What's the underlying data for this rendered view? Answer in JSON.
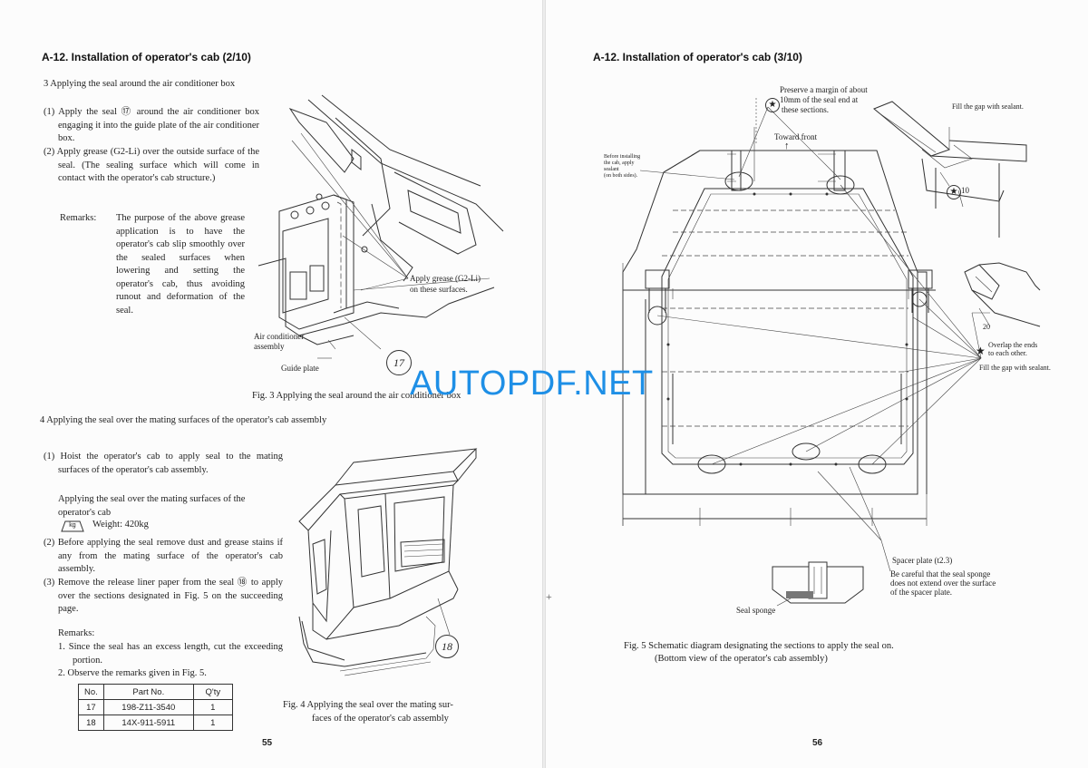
{
  "left_page": {
    "section_title": "A-12.  Installation of operator's cab (2/10)",
    "step3": {
      "heading": "3  Applying the seal around the air conditioner box",
      "items": [
        "(1) Apply the seal ⑰ around the air conditioner box engaging it into the guide plate of the air conditioner box.",
        "(2) Apply grease (G2-Li) over the outside surface of the seal. (The sealing surface which will come in contact with the operator's cab structure.)"
      ],
      "remarks_label": "Remarks:",
      "remarks_text": "The purpose of the above grease application is to have the operator's cab slip smoothly over the sealed surfaces when lowering and setting the operator's cab, thus avoiding runout and deformation of the seal."
    },
    "fig3": {
      "callout_grease_1": "Apply grease (G2-Li)",
      "callout_grease_2": "on these surfaces.",
      "callout_aircon_1": "Air conditioner",
      "callout_aircon_2": "assembly",
      "callout_guide": "Guide plate",
      "balloon": "17",
      "caption": "Fig. 3  Applying the seal around the air conditioner box"
    },
    "step4": {
      "heading": "4  Applying the seal over the mating surfaces of the operator's cab assembly",
      "item1": "(1) Hoist the operator's cab to apply seal to the mating surfaces of the operator's cab assembly.",
      "item1_sub": "Applying the seal over the mating surfaces of the operator's cab",
      "kg_icon": "kg",
      "weight": "Weight:  420kg",
      "item2": "(2) Before applying the seal remove dust and grease stains if any from the mating surface of the operator's cab assembly.",
      "item3": "(3) Remove the release liner paper from the seal ⑱ to apply over the sections designated in Fig. 5 on the succeeding page.",
      "remarks_label": "Remarks:",
      "remark1": "1.  Since the seal has an excess length, cut the exceeding portion.",
      "remark2": "2.  Observe the remarks given in Fig. 5."
    },
    "parts_table": {
      "headers": [
        "No.",
        "Part No.",
        "Q'ty"
      ],
      "rows": [
        [
          "17",
          "198-Z11-3540",
          "1"
        ],
        [
          "18",
          "14X-911-5911",
          "1"
        ]
      ]
    },
    "fig4": {
      "balloon": "18",
      "caption_1": "Fig. 4  Applying the seal over the mating sur-",
      "caption_2": "faces of the operator's cab assembly"
    },
    "page_number": "55"
  },
  "right_page": {
    "section_title": "A-12.  Installation of operator's cab (3/10)",
    "note_margin_1": "Preserve a margin of about",
    "note_margin_2": "10mm of the seal end at",
    "note_margin_3": "these sections.",
    "toward_front": "Toward front",
    "before_install": [
      "Before installing",
      "the cab, apply",
      "sealant",
      "(on both sides)."
    ],
    "fill_gap_top": "Fill the gap with sealant.",
    "dim_10": "10",
    "dim_20": "20",
    "overlap_1": "Overlap the ends",
    "overlap_2": "to each other.",
    "fill_gap_right": "Fill the gap with sealant.",
    "spacer_plate": "Spacer plate (t2.3)",
    "careful_1": "Be careful that the seal sponge",
    "careful_2": "does not extend over the surface",
    "careful_3": "of the spacer plate.",
    "seal_sponge": "Seal sponge",
    "caption_1": "Fig. 5  Schematic diagram designating the sections to apply the seal on.",
    "caption_2": "(Bottom view of the operator's cab assembly)",
    "page_number": "56"
  },
  "watermark": "AUTOPDF.NET",
  "colors": {
    "watermark": "#1e8fe6",
    "ink": "#222222",
    "paper": "#fcfcfc"
  },
  "icons": [
    "weight-kg-icon",
    "star-marker-icon",
    "up-arrow-icon",
    "registration-cross-icon"
  ]
}
